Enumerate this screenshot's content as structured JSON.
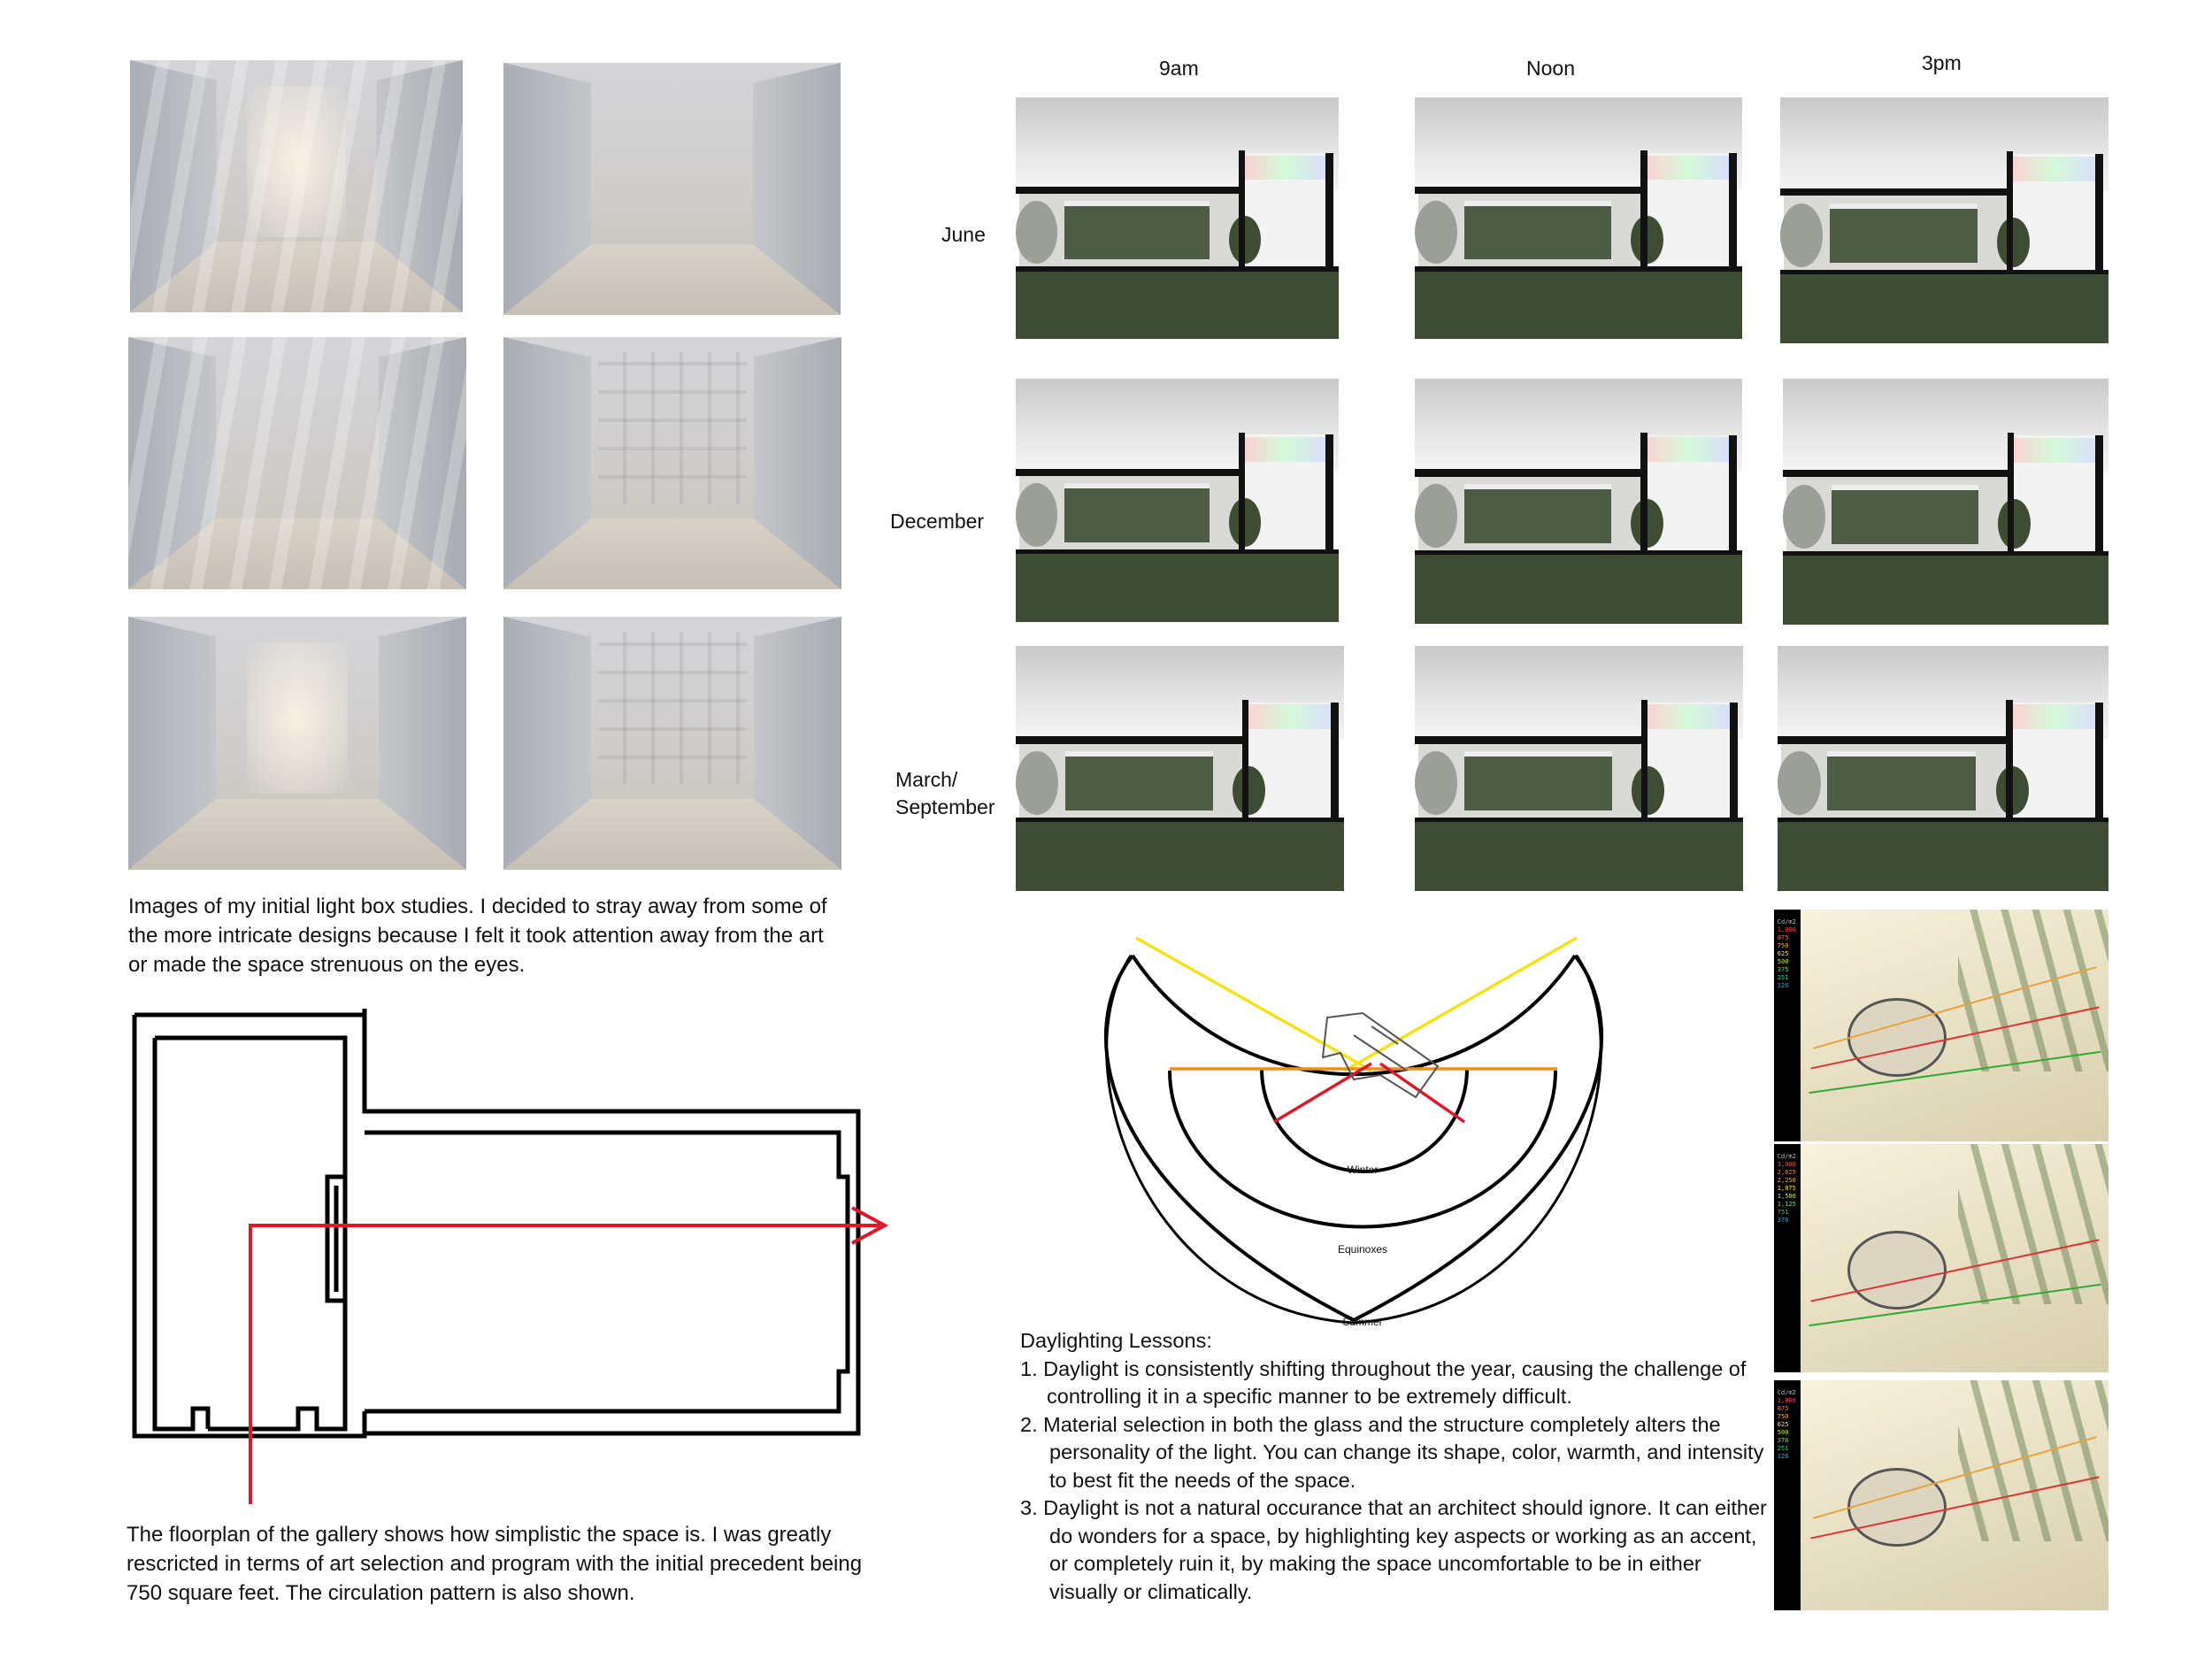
{
  "board": {
    "lightbox_caption": "Images of my initial light box studies.  I decided to stray away from some of the more intricate designs because I felt it took attention away from the art or made the space strenuous on the eyes.",
    "floorplan_caption": "The floorplan of the gallery shows how simplistic the space is.  I was greatly rescricted in terms of art selection and program with the initial precedent being 750 square feet.  The circulation pattern is also shown."
  },
  "daylight_study": {
    "columns": [
      "9am",
      "Noon",
      "3pm"
    ],
    "rows": [
      "June",
      "December",
      "March/\nSeptember"
    ]
  },
  "sun_path": {
    "labels": {
      "winter": "Winter",
      "equinoxes": "Equinoxes",
      "summer": "Summer"
    }
  },
  "illuminance_legends": {
    "panel1": [
      "Cd/m2",
      "1,000",
      "875",
      "750",
      "625",
      "500",
      "375",
      "251",
      "126"
    ],
    "panel2": [
      "Cd/m2",
      "3,000",
      "2,625",
      "2,250",
      "1,875",
      "1,500",
      "1,125",
      "751",
      "376"
    ],
    "panel3": [
      "Cd/m2",
      "1,000",
      "875",
      "750",
      "625",
      "500",
      "376",
      "251",
      "126"
    ]
  },
  "lessons": {
    "title": "Daylighting Lessons:",
    "items": [
      "1. Daylight is consistently shifting throughout the year, causing the challenge of controlling it in a specific manner to be extremely difficult.",
      "2.  Material selection in both the glass and the structure completely alters the personality of the light.  You can change its shape, color, warmth, and intensity to best fit the needs of the space.",
      "3.   Daylight is not a natural occurance that an architect should ignore.  It can either do wonders for a space, by highlighting key aspects or working as an accent, or completely ruin it, by making the space uncomfortable to be in either visually or climatically."
    ]
  },
  "colors": {
    "circulation": "#d91a2a",
    "summer_ray": "#f2e21b",
    "equinox_ray": "#f08c1a",
    "winter_ray": "#d91a2a",
    "ground": "#3f4d34"
  }
}
